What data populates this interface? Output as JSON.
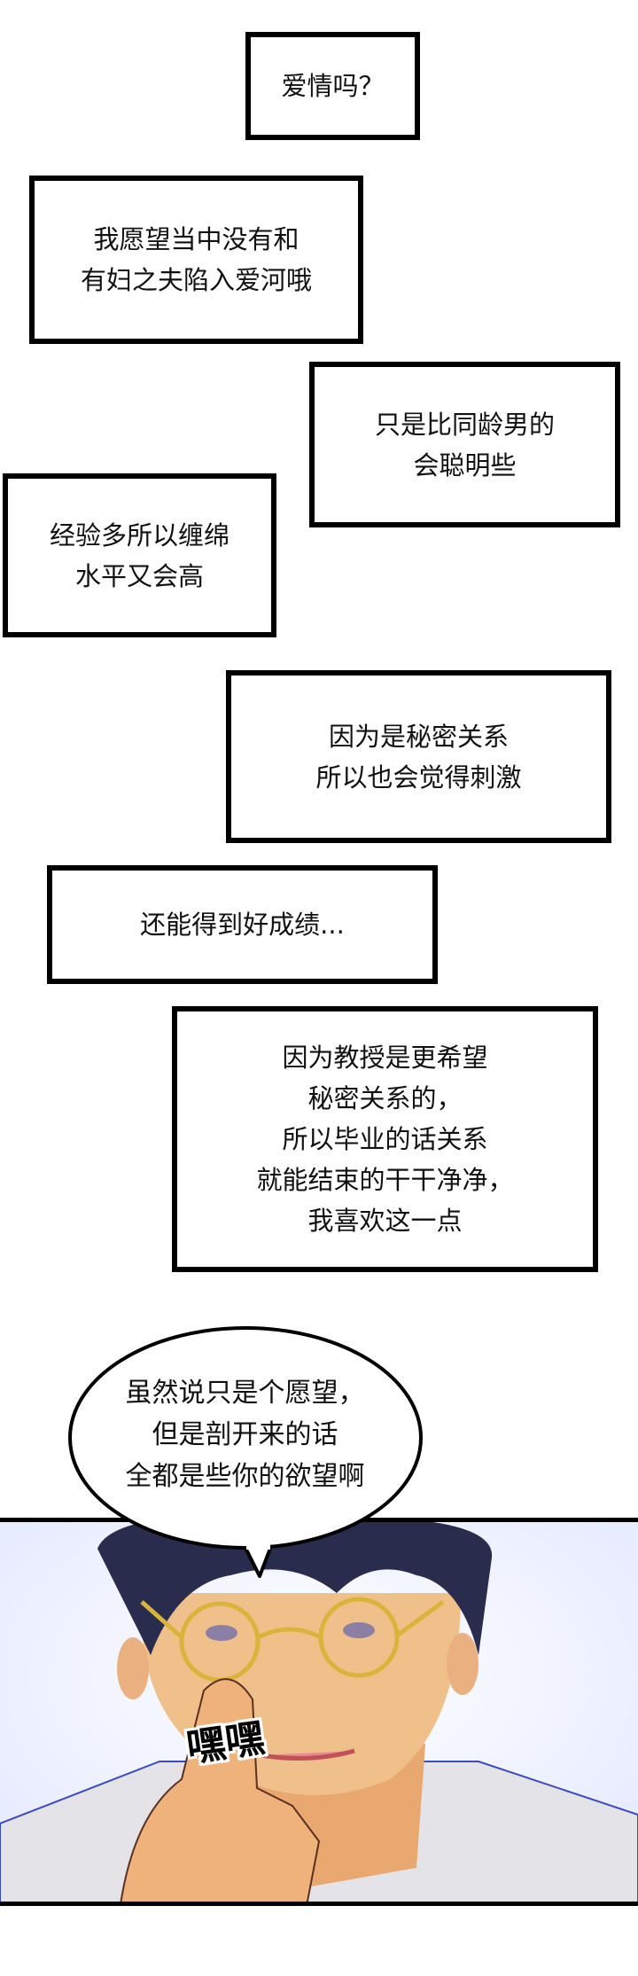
{
  "captions": [
    {
      "lines": [
        "爱情吗？"
      ]
    },
    {
      "lines": [
        "我愿望当中没有和",
        "有妇之夫陷入爱河哦"
      ]
    },
    {
      "lines": [
        "只是比同龄男的",
        "会聪明些"
      ]
    },
    {
      "lines": [
        "经验多所以缠绵",
        "水平又会高"
      ]
    },
    {
      "lines": [
        "因为是秘密关系",
        "所以也会觉得刺激"
      ]
    },
    {
      "lines": [
        "还能得到好成绩..."
      ]
    },
    {
      "lines": [
        "因为教授是更希望",
        "秘密关系的，",
        "所以毕业的话关系",
        "就能结束的干干净净，",
        "我喜欢这一点"
      ]
    }
  ],
  "speech_bubble": {
    "lines": [
      "虽然说只是个愿望，",
      "但是剖开来的话",
      "全都是些你的欲望啊"
    ]
  },
  "sound_effect": "嘿嘿",
  "colors": {
    "border": "#000000",
    "hair": "#2a2c4e",
    "skin": "#f0c08a",
    "glasses": "#d9b43a",
    "shirt": "#e4e4e8"
  }
}
